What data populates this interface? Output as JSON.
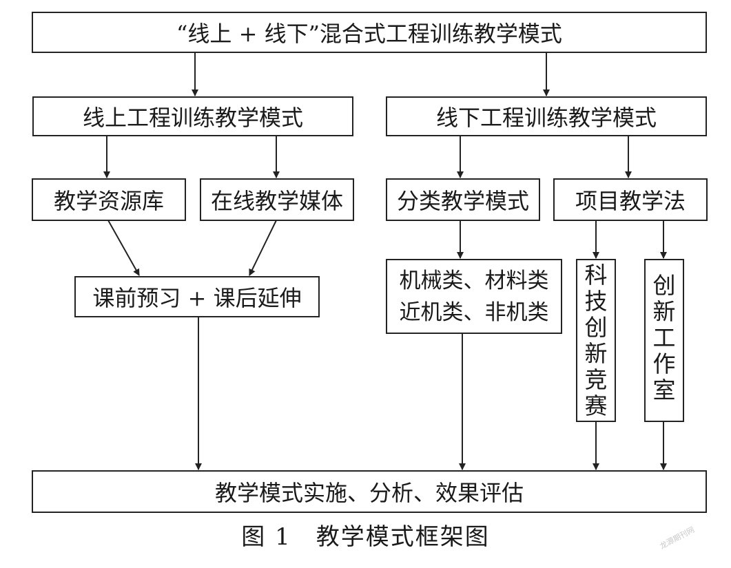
{
  "nodes": {
    "top": "“线上 + 线下”混合式工程训练教学模式",
    "online": "线上工程训练教学模式",
    "offline": "线下工程训练教学模式",
    "resources": "教学资源库",
    "media": "在线教学媒体",
    "preview": "课前预习 + 课后延伸",
    "category": "分类教学模式",
    "project": "项目教学法",
    "classes_line1": "机械类、材料类",
    "classes_line2": "近机类、非机类",
    "competition": [
      "科",
      "技",
      "创",
      "新",
      "竞",
      "赛"
    ],
    "studio": [
      "创",
      "新",
      "工",
      "作",
      "室"
    ],
    "bottom": "教学模式实施、分析、效果评估"
  },
  "caption": "图 1　教学模式框架图",
  "watermark": "龙源期刊网"
}
